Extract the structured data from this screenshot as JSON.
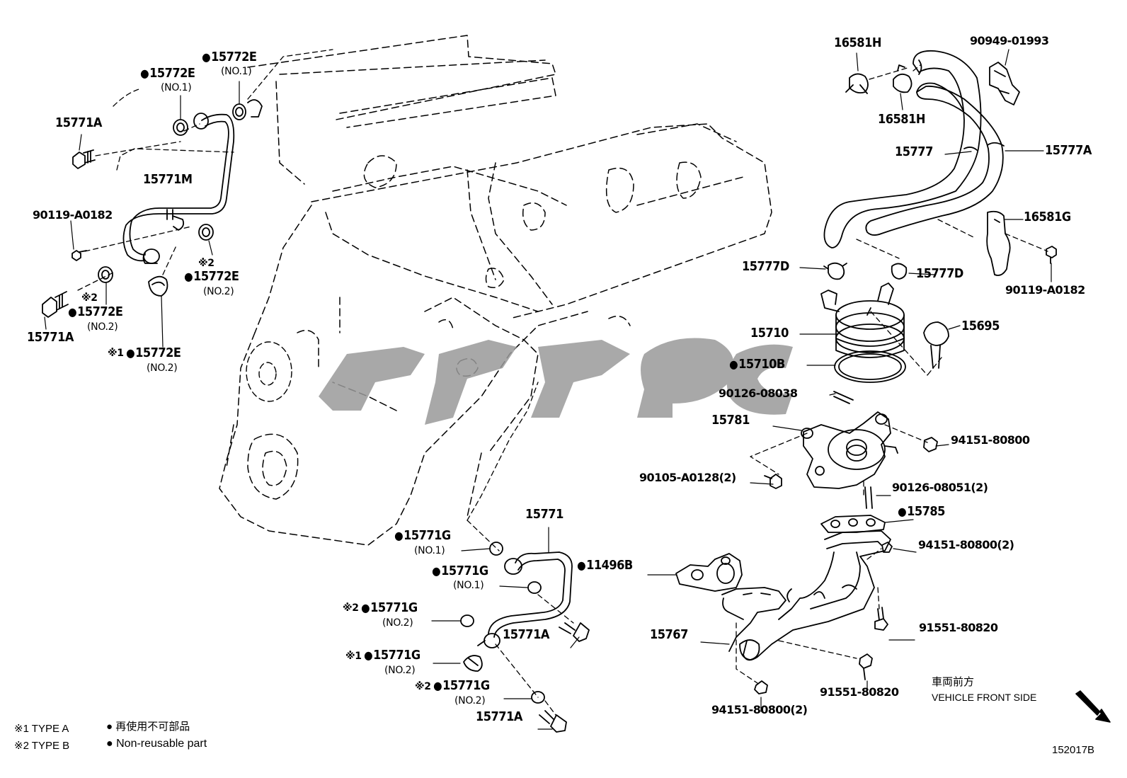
{
  "diagram_id": "152017B",
  "labels": {
    "p15772E_top": "15772E",
    "p15772E_top_sub": "(NO.1)",
    "p15772E_mid": "15772E",
    "p15772E_mid_sub": "(NO.1)",
    "p15771A_top": "15771A",
    "p15771M": "15771M",
    "p90119_left": "90119-A0182",
    "p15772E_no2_a": "15772E",
    "p15772E_no2_a_sub": "(NO.2)",
    "p15772E_no2_b": "15772E",
    "p15772E_no2_b_sub": "(NO.2)",
    "p15771A_left": "15771A",
    "p15772E_no2_c": "15772E",
    "p15772E_no2_c_sub": "(NO.2)",
    "p16581H_top": "16581H",
    "p90949": "90949-01993",
    "p16581H_mid": "16581H",
    "p15777": "15777",
    "p15777A": "15777A",
    "p16581G": "16581G",
    "p90119_right": "90119-A0182",
    "p15777D_left": "15777D",
    "p15777D_right": "15777D",
    "p15710": "15710",
    "p15695": "15695",
    "p15710B": "15710B",
    "p90126_08038": "90126-08038",
    "p15781": "15781",
    "p94151_right": "94151-80800",
    "p90105": "90105-A0128(2)",
    "p90126_08051": "90126-08051(2)",
    "p15785": "15785",
    "p15771": "15771",
    "p15771G_1": "15771G",
    "p15771G_1_sub": "(NO.1)",
    "p15771G_2": "15771G",
    "p15771G_2_sub": "(NO.1)",
    "p11496B": "11496B",
    "p94151_2": "94151-80800(2)",
    "p15771G_3": "15771G",
    "p15771G_3_sub": "(NO.2)",
    "p91551_a": "91551-80820",
    "p15771A_bot1": "15771A",
    "p15767": "15767",
    "p15771G_4": "15771G",
    "p15771G_4_sub": "(NO.2)",
    "p91551_b": "91551-80820",
    "p15771G_5": "15771G",
    "p15771G_5_sub": "(NO.2)",
    "p15771A_bot2": "15771A",
    "p94151_bot": "94151-80800(2)"
  },
  "marks": {
    "type_a": "※1",
    "type_b": "※2"
  },
  "legend": {
    "type_a": "※1 TYPE A",
    "type_b": "※2 TYPE B",
    "nonreuse_jp": "● 再使用不可部品",
    "nonreuse_en": "● Non-reusable part"
  },
  "direction": {
    "jp": "車両前方",
    "en": "VEHICLE FRONT SIDE"
  }
}
